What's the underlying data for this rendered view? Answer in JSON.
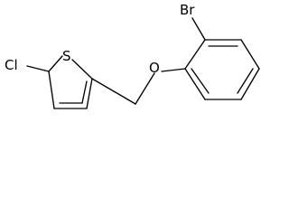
{
  "atoms": {
    "chlorine": "Cl",
    "sulfur": "S",
    "oxygen": "O",
    "bromine": "Br"
  }
}
